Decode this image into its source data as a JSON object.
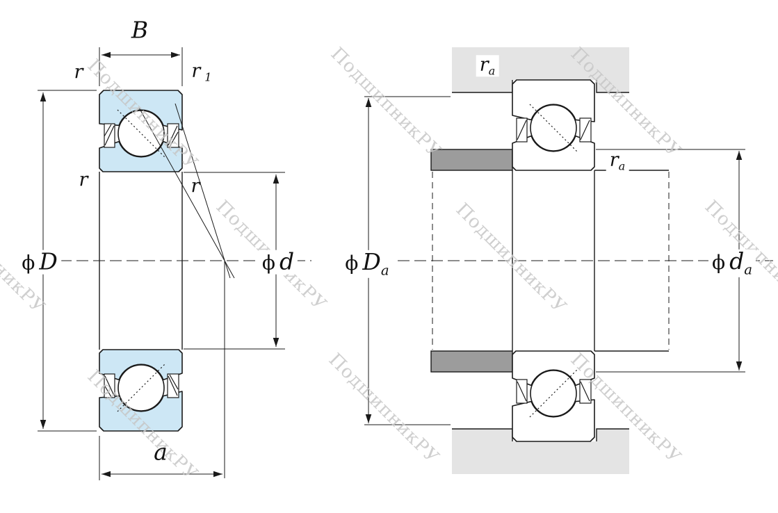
{
  "title": "Angular contact ball bearing dimension drawing",
  "watermark": {
    "text": "ПодшипникРУ",
    "color": "#c7c7c7"
  },
  "colors": {
    "line": "#1a1a1a",
    "fill_blue": "#cde7f5",
    "fill_gray": "#e4e4e4",
    "fill_dark_gray": "#9c9c9c",
    "background": "#ffffff",
    "watermark": "#c7c7c7"
  },
  "symbols": {
    "phi": "ϕ"
  },
  "left_view": {
    "name": "bearing cross-section",
    "labels": {
      "width": "B",
      "chamfer_top_left": "r",
      "chamfer_top_right_base": "r",
      "chamfer_top_right_sub": "1",
      "chamfer_mid_left": "r",
      "chamfer_mid_right": "r",
      "outer_diameter": "D",
      "bore_diameter": "d",
      "contact_distance": "a"
    }
  },
  "right_view": {
    "name": "mounting dimensions",
    "labels": {
      "fillet_top_base": "r",
      "fillet_top_sub": "a",
      "fillet_mid_base": "r",
      "fillet_mid_sub": "a",
      "housing_diameter_base": "D",
      "housing_diameter_sub": "a",
      "shaft_diameter_base": "d",
      "shaft_diameter_sub": "a"
    }
  }
}
